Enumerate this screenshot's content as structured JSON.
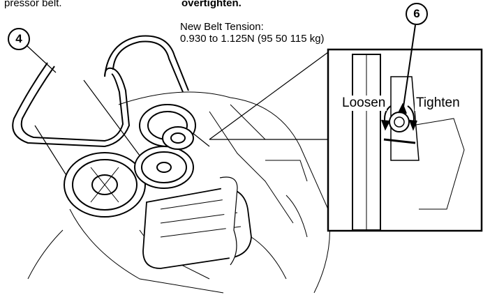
{
  "text_fragment_left": "pressor belt.",
  "text_fragment_warning": "overtighten.",
  "tension_heading": "New Belt Tension:",
  "tension_value": "0.930 to 1.125N (95 50 115 kg)",
  "callouts": {
    "belt": "4",
    "adjust_bolt": "6"
  },
  "inset_labels": {
    "loosen": "Loosen",
    "tighten": "Tighten"
  }
}
